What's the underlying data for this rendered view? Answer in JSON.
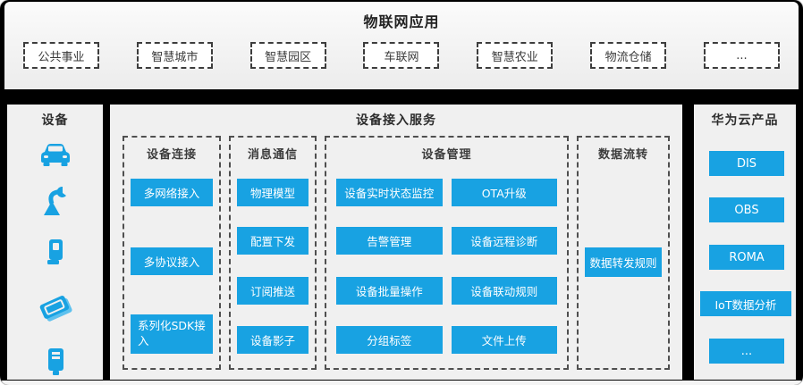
{
  "colors": {
    "accent": "#18A2E2",
    "frame": "#000000",
    "panel_bg": "#f0f0f0"
  },
  "top": {
    "title": "物联网应用",
    "applications": [
      "公共事业",
      "智慧城市",
      "智慧园区",
      "车联网",
      "智慧农业",
      "物流仓储",
      "..."
    ]
  },
  "devices_panel": {
    "title": "设备",
    "icons": [
      "car-icon",
      "robot-arm-icon",
      "street-lamp-icon",
      "chip-module-icon",
      "smart-meter-icon"
    ]
  },
  "service_panel": {
    "title": "设备接入服务",
    "columns": [
      {
        "title": "设备连接",
        "items": [
          "多网络接入",
          "多协议接入",
          "系列化SDK接入"
        ]
      },
      {
        "title": "消息通信",
        "items": [
          "物理模型",
          "配置下发",
          "订阅推送",
          "设备影子"
        ]
      },
      {
        "title": "设备管理",
        "items": [
          "设备实时状态监控",
          "OTA升级",
          "告警管理",
          "设备远程诊断",
          "设备批量操作",
          "设备联动规则",
          "分组标签",
          "文件上传"
        ]
      },
      {
        "title": "数据流转",
        "items": [
          "数据转发规则"
        ]
      }
    ]
  },
  "cloud_panel": {
    "title": "华为云产品",
    "items": [
      "DIS",
      "OBS",
      "ROMA",
      "IoT数据分析",
      "..."
    ]
  }
}
